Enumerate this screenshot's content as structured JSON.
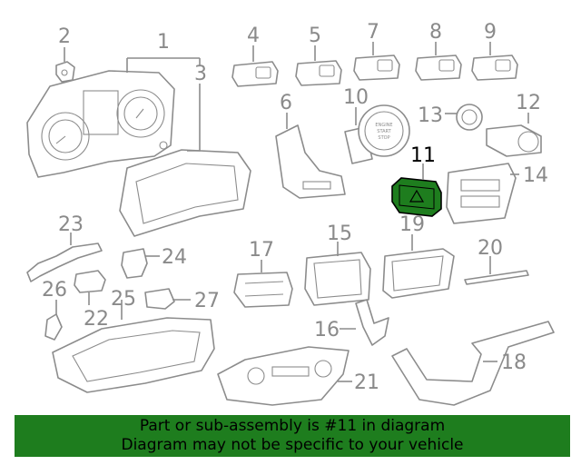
{
  "diagram": {
    "highlighted_part": "11",
    "highlight_color": "#1e7d1e",
    "callouts": [
      "1",
      "2",
      "3",
      "4",
      "5",
      "6",
      "7",
      "8",
      "9",
      "10",
      "11",
      "12",
      "13",
      "14",
      "15",
      "16",
      "17",
      "18",
      "19",
      "20",
      "21",
      "22",
      "23",
      "24",
      "25",
      "26",
      "27"
    ],
    "engine_button_text": [
      "ENGINE",
      "START",
      "STOP"
    ]
  },
  "banner": {
    "line1": "Part or sub-assembly is #11 in diagram",
    "line2": "Diagram may not be specific to your vehicle",
    "background": "#1e7d1e"
  }
}
